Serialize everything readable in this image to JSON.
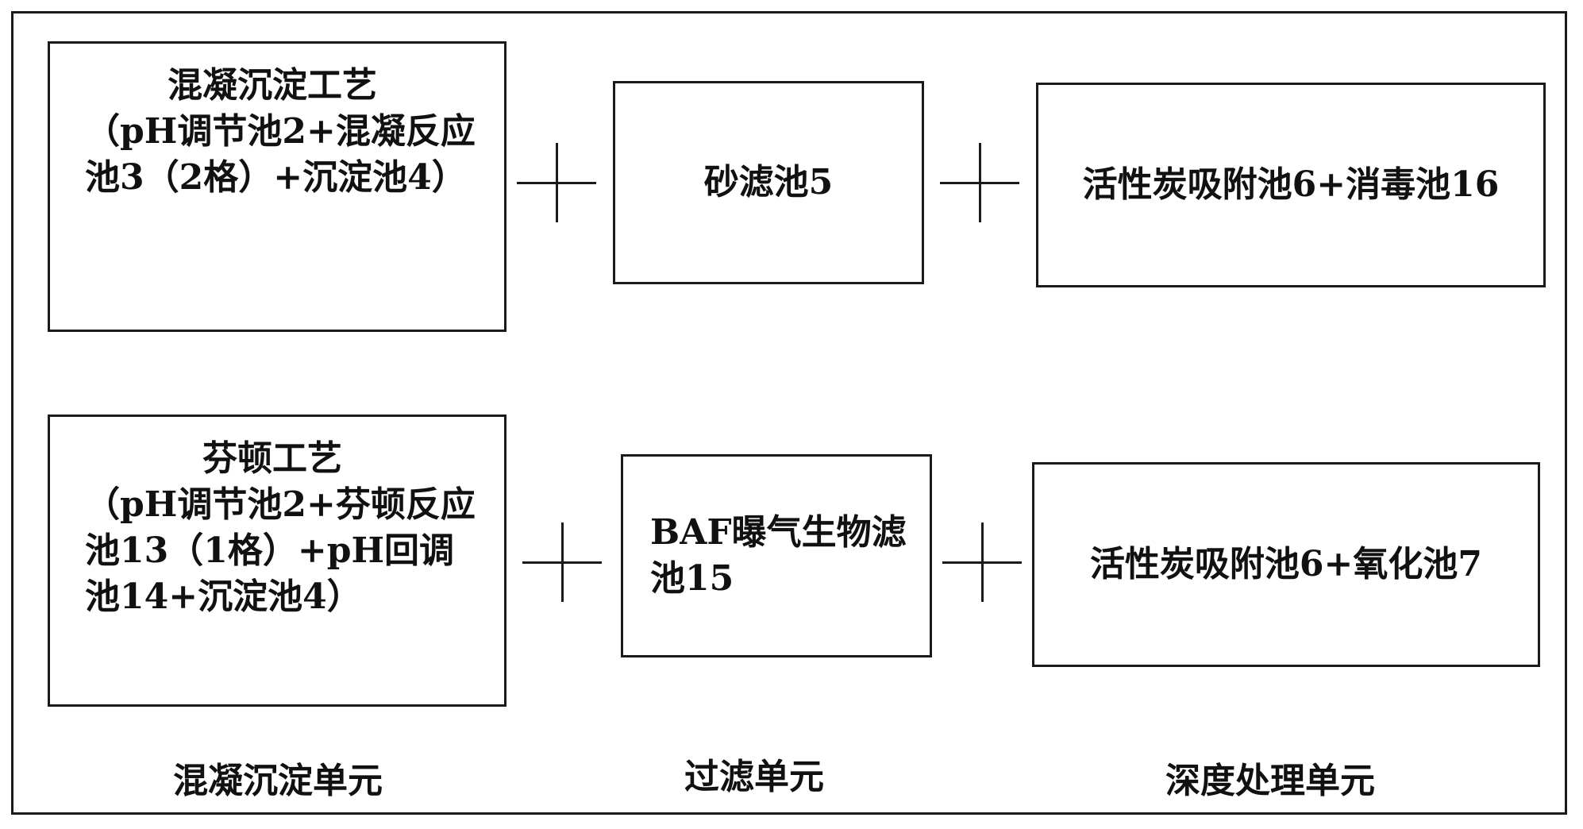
{
  "row1": {
    "box1": {
      "heading": "混凝沉淀工艺",
      "detail": "（pH调节池2+混凝反应池3（2格）+沉淀池4）"
    },
    "box2": "砂滤池5",
    "box3": "活性炭吸附池6+消毒池16"
  },
  "row2": {
    "box1": {
      "heading": "芬顿工艺",
      "detail": "（pH调节池2+芬顿反应池13（1格）+pH回调池14+沉淀池4）"
    },
    "box2": "BAF曝气生物滤池15",
    "box3": "活性炭吸附池6+氧化池7"
  },
  "units": {
    "coag": "混凝沉淀单元",
    "filter": "过滤单元",
    "advanced": "深度处理单元"
  }
}
